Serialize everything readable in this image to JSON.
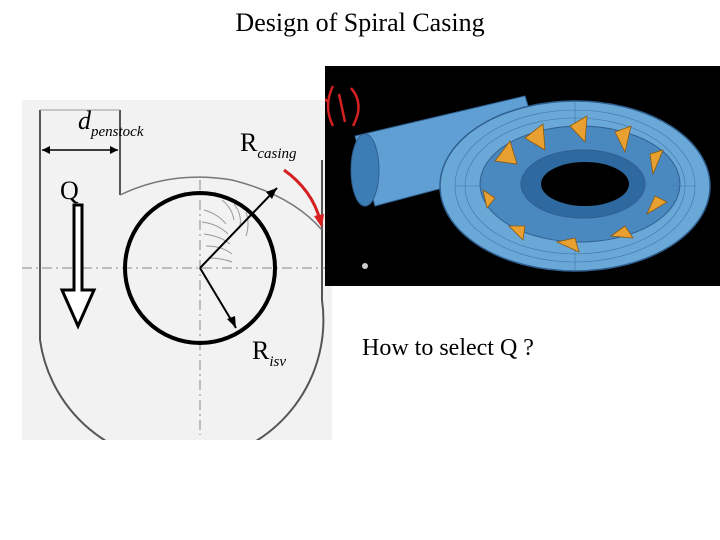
{
  "slide": {
    "title": "Design of Spiral Casing",
    "question": "How to select Q ?"
  },
  "labels": {
    "d_main": "d",
    "d_sub": "penstock",
    "r_casing_main": "R",
    "r_casing_sub": "casing",
    "q": "Q",
    "r_isv_main": "R",
    "r_isv_sub": "isv"
  },
  "colors": {
    "annotation_red": "#d42020",
    "casing_blue": "#6aa8d8",
    "vane_orange": "#e8a030",
    "background_render": "#000000"
  }
}
